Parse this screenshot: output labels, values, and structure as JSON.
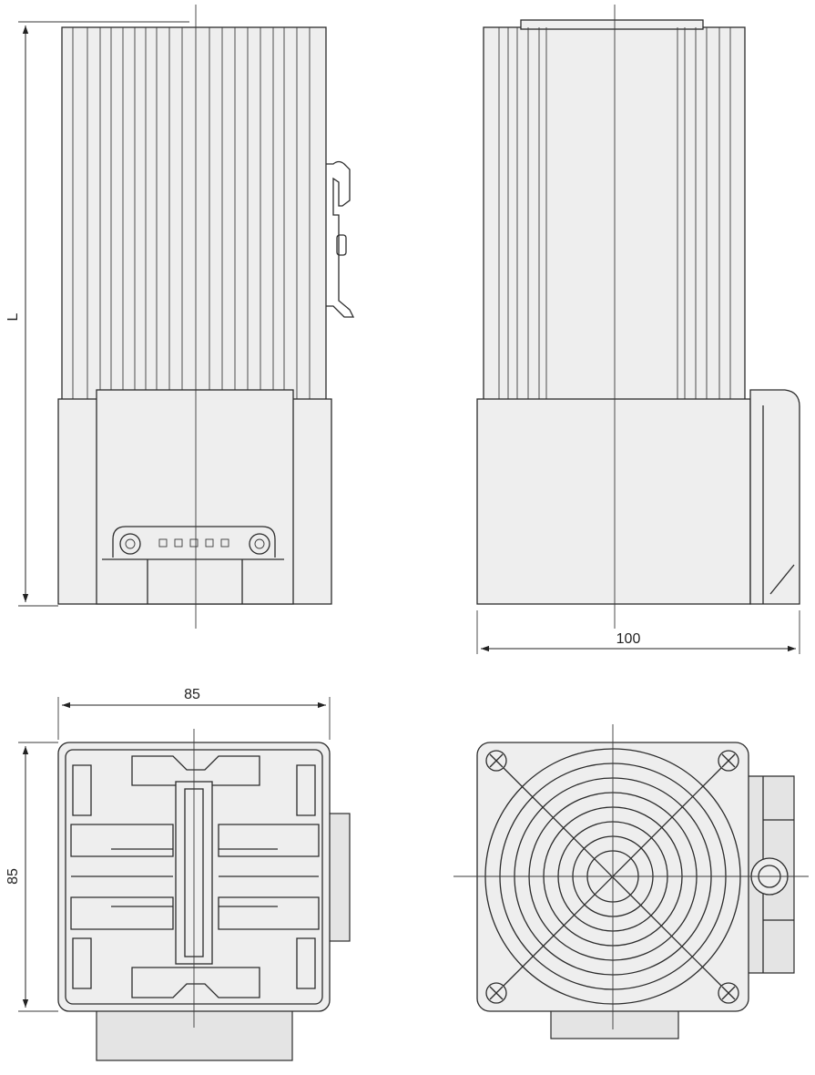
{
  "dimensions": {
    "length_label": "L",
    "depth_label": "100",
    "width_label": "85",
    "height_label": "85"
  }
}
